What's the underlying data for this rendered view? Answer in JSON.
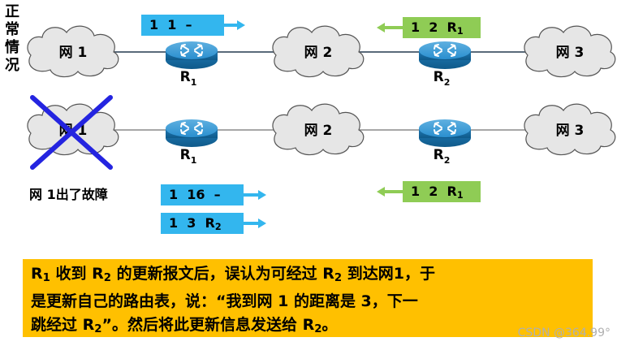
{
  "side_label": [
    "正",
    "常",
    "情",
    "况"
  ],
  "networks": {
    "net1": "网 1",
    "net2": "网 2",
    "net3": "网 3"
  },
  "routers": {
    "r1": {
      "base": "R",
      "sub": "1"
    },
    "r2": {
      "base": "R",
      "sub": "2"
    }
  },
  "fault_label": "网 1出了故障",
  "messages": {
    "top_r1": "1  1  –",
    "top_r2": {
      "dist": "1  2  ",
      "hop": "R",
      "sub": "1"
    },
    "bottom_r1_a": "1  16  –",
    "bottom_r1_b": {
      "dist": "1  3  ",
      "hop": "R",
      "sub": "2"
    },
    "bottom_r2": {
      "dist": "1  2  ",
      "hop": "R",
      "sub": "1"
    }
  },
  "caption": {
    "line1_a": "R",
    "line1_sub1": "1",
    "line1_b": " 收到 R",
    "line1_sub2": "2",
    "line1_c": " 的更新报文后，误认为可经过 R",
    "line1_sub3": "2",
    "line1_d": " 到达网1，于",
    "line2": "是更新自己的路由表，说：“我到网 1 的距离是 3，下一",
    "line3_a": "跳经过 R",
    "line3_sub1": "2",
    "line3_b": "”。然后将此更新信息发送给 R",
    "line3_sub2": "2",
    "line3_c": "。"
  },
  "watermark": "CSDN @364.99°",
  "colors": {
    "blue_msg": "#33b6ee",
    "green_msg": "#8fcc55",
    "caption_bg": "#ffc000",
    "fault_x": "#2424e0",
    "router": "#1a7fbf",
    "arrow_blue": "#33b6ee",
    "arrow_green": "#8fcc55"
  }
}
